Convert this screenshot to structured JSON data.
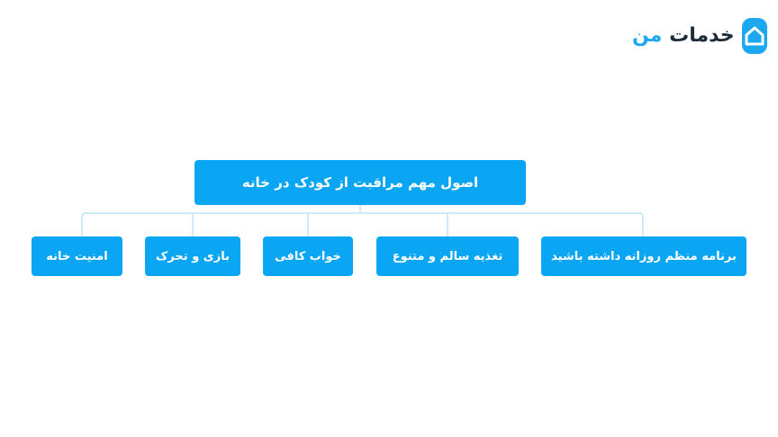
{
  "brand": {
    "word_1": "خدمات",
    "word_2": "من",
    "logo_icon": "house-icon",
    "accent_color": "#1ea7f1"
  },
  "diagram": {
    "root": "اصول مهم مراقبت از کودک در خانه",
    "children": [
      "برنامه منظم روزانه داشته باشید",
      "تغذیه سالم و متنوع",
      "خواب کافی",
      "بازی و تحرک",
      "امنیت خانه"
    ],
    "box_color": "#0aa6f4",
    "connector_color": "#bfe3f7"
  }
}
